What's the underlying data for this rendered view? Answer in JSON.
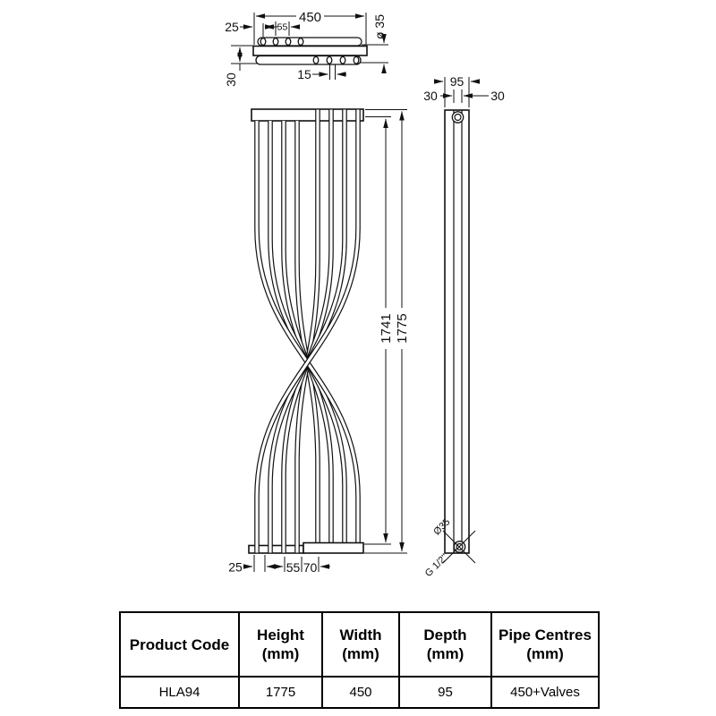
{
  "drawing": {
    "top_view": {
      "overall_width": "450",
      "edge_offset": "25",
      "pipe_spacing": "55",
      "pipe_gap": "15",
      "depth_offset": "30",
      "tube_diameter": "ø 35"
    },
    "front_view": {
      "pipe_height": "1741",
      "overall_height": "1775",
      "bottom_edge_offset": "25",
      "bottom_spacing_a": "55",
      "bottom_spacing_b": "70"
    },
    "side_view": {
      "depth": "95",
      "offset_left": "30",
      "offset_right": "30",
      "bottom_tube_diameter": "Ø35",
      "connection_thread": "G 1/2\""
    }
  },
  "spec_table": {
    "headers": [
      {
        "line1": "Product Code",
        "line2": ""
      },
      {
        "line1": "Height",
        "line2": "(mm)"
      },
      {
        "line1": "Width",
        "line2": "(mm)"
      },
      {
        "line1": "Depth",
        "line2": "(mm)"
      },
      {
        "line1": "Pipe Centres",
        "line2": "(mm)"
      }
    ],
    "row": {
      "product_code": "HLA94",
      "height": "1775",
      "width": "450",
      "depth": "95",
      "pipe_centres": "450+Valves"
    }
  }
}
